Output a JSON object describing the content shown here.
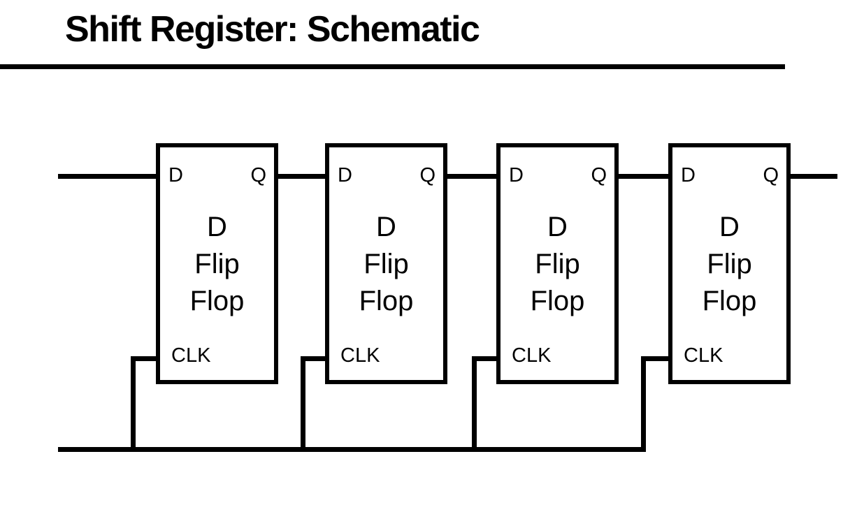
{
  "slide": {
    "title": "Shift Register: Schematic"
  },
  "diagram": {
    "flip_flops": [
      {
        "d": "D",
        "q": "Q",
        "clk": "CLK",
        "body_lines": [
          "D",
          "Flip",
          "Flop"
        ]
      },
      {
        "d": "D",
        "q": "Q",
        "clk": "CLK",
        "body_lines": [
          "D",
          "Flip",
          "Flop"
        ]
      },
      {
        "d": "D",
        "q": "Q",
        "clk": "CLK",
        "body_lines": [
          "D",
          "Flip",
          "Flop"
        ]
      },
      {
        "d": "D",
        "q": "Q",
        "clk": "CLK",
        "body_lines": [
          "D",
          "Flip",
          "Flop"
        ]
      }
    ]
  },
  "colors": {
    "ink": "#000000",
    "background": "#ffffff"
  }
}
